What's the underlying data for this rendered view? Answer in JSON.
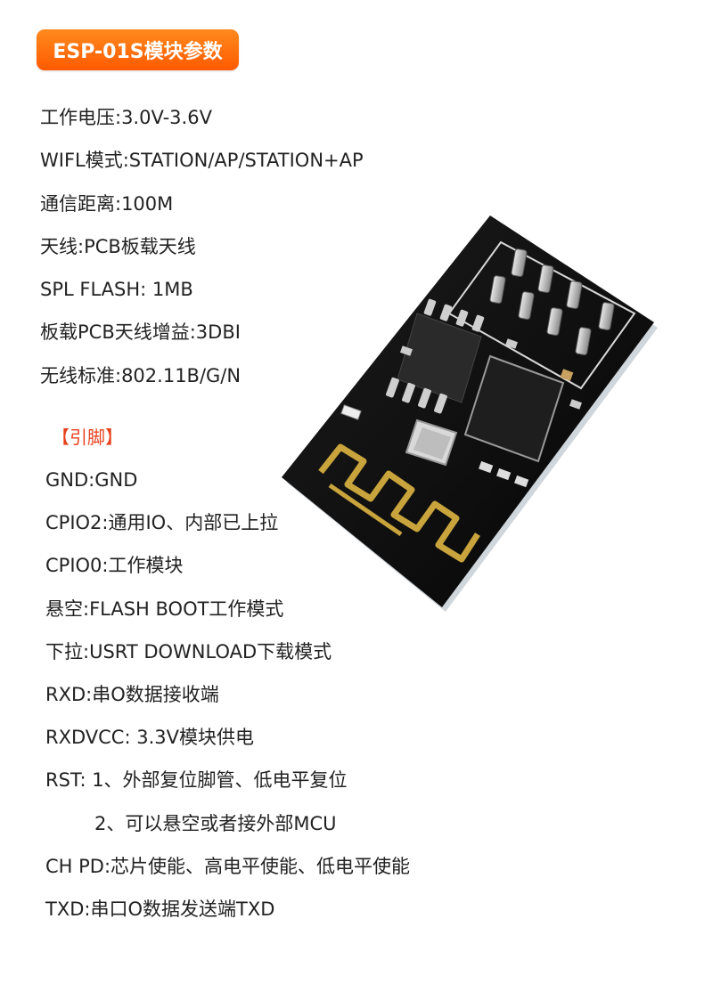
{
  "title": "ESP-01S模块参数",
  "specs": [
    "工作电压:3.0V-3.6V",
    "WIFL模式:STATION/AP/STATION+AP",
    "通信距离:100M",
    "天线:PCB板载天线",
    "SPL FLASH: 1MB",
    "板载PCB天线增益:3DBI",
    "无线标准:802.11B/G/N"
  ],
  "pins_heading": "【引脚】",
  "pins": [
    "GND:GND",
    "CPIO2:通用IO、内部已上拉",
    "CPIO0:工作模块",
    "悬空:FLASH BOOT工作模式",
    "下拉:USRT DOWNLOAD下载模式",
    "RXD:串O数据接收端",
    "RXDVCC: 3.3V模块供电",
    "RST: 1、外部复位脚管、低电平复位",
    "2、可以悬空或者接外部MCU",
    "CH PD:芯片使能、高电平使能、低电平使能",
    "TXD:串口O数据发送端TXD"
  ],
  "colors": {
    "badge_start": "#ff8a1e",
    "badge_end": "#ff5a00",
    "heading_red": "#e8401c",
    "board_black": "#111111",
    "antenna_gold": "#c9a43c"
  },
  "image": {
    "icon": "esp01s-module-photo-icon"
  }
}
